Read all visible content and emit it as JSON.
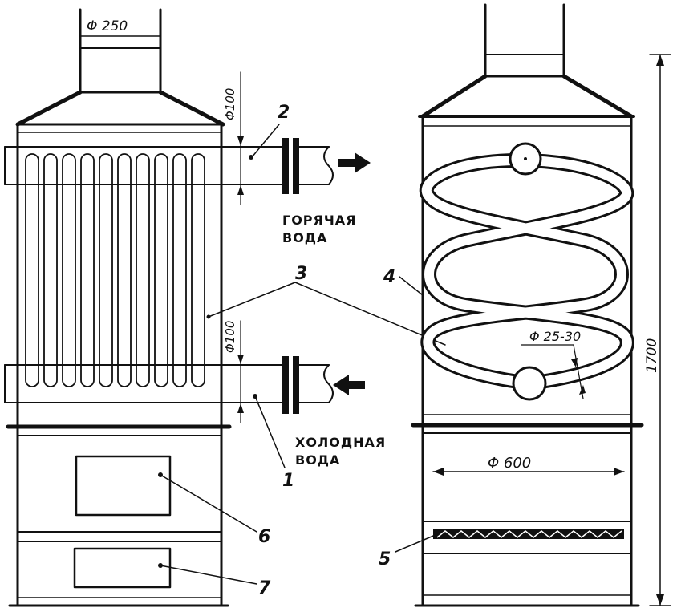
{
  "left_view": {
    "chimney_diameter": "Φ 250",
    "outlet_pipe_diameter": "Φ100",
    "inlet_pipe_diameter": "Φ100",
    "hot_water_line1": "ГОРЯЧАЯ",
    "hot_water_line2": "ВОДА",
    "cold_water_line1": "ХОЛОДНАЯ",
    "cold_water_line2": "ВОДА",
    "callouts": {
      "n1": "1",
      "n2": "2",
      "n3": "3",
      "n6": "6",
      "n7": "7"
    }
  },
  "right_view": {
    "height": "1700",
    "body_diameter": "Φ 600",
    "coil_tube_diameter": "Φ 25-30",
    "callouts": {
      "n4": "4",
      "n5": "5"
    }
  }
}
